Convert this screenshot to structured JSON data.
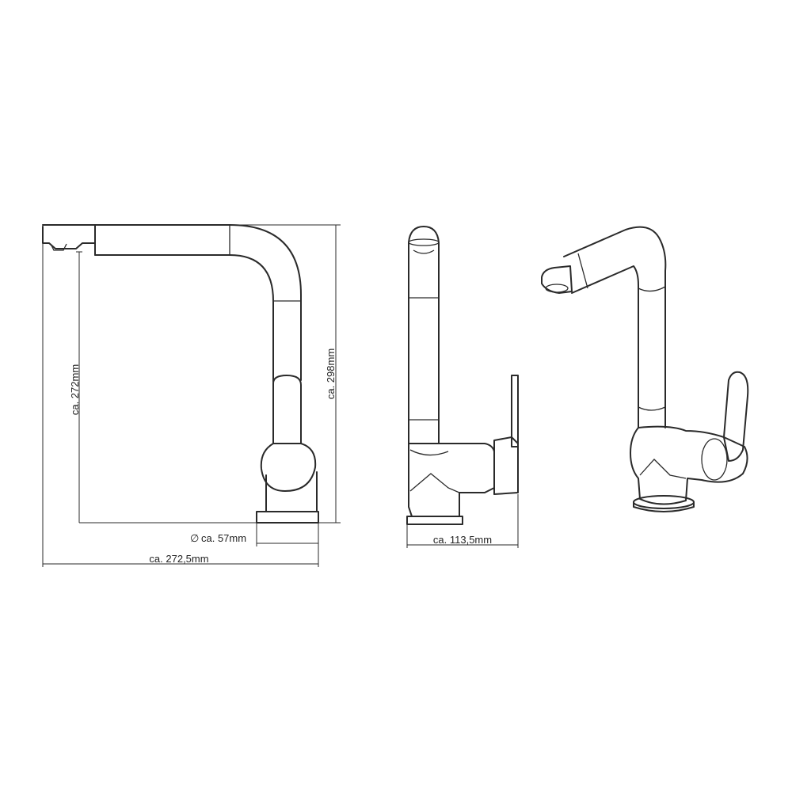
{
  "dimensions": {
    "spout_height": "ca. 272mm",
    "total_height": "ca. 298mm",
    "base_diameter_symbol": "∅",
    "base_diameter": "ca. 57mm",
    "total_reach": "ca. 272,5mm",
    "side_depth": "ca. 113,5mm"
  }
}
